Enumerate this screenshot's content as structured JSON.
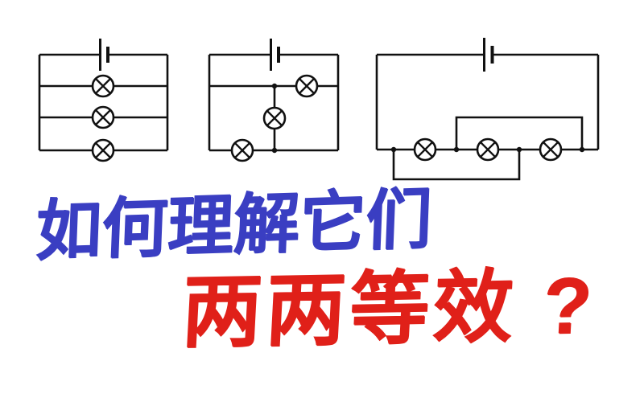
{
  "page": {
    "background": "#ffffff"
  },
  "colors": {
    "wire": "#111111",
    "blue_text": "#3a3ec2",
    "red_text": "#e02019"
  },
  "text": {
    "line1": "如何理解它们",
    "line2": "两两等效 ?"
  },
  "circuits": [
    {
      "id": "circuit-1",
      "battery_count": 1,
      "lamp_count": 3,
      "topology": "three stacked horizontal branches, one lamp each, battery on top rail"
    },
    {
      "id": "circuit-2",
      "battery_count": 1,
      "lamp_count": 3,
      "topology": "lamp on upper-right branch, lamp on center vertical link, lamp on bottom-left branch, battery on top rail"
    },
    {
      "id": "circuit-3",
      "battery_count": 1,
      "lamp_count": 3,
      "topology": "three lamps in a row on bottom rail with upper and lower crossover links, battery on top rail"
    }
  ]
}
